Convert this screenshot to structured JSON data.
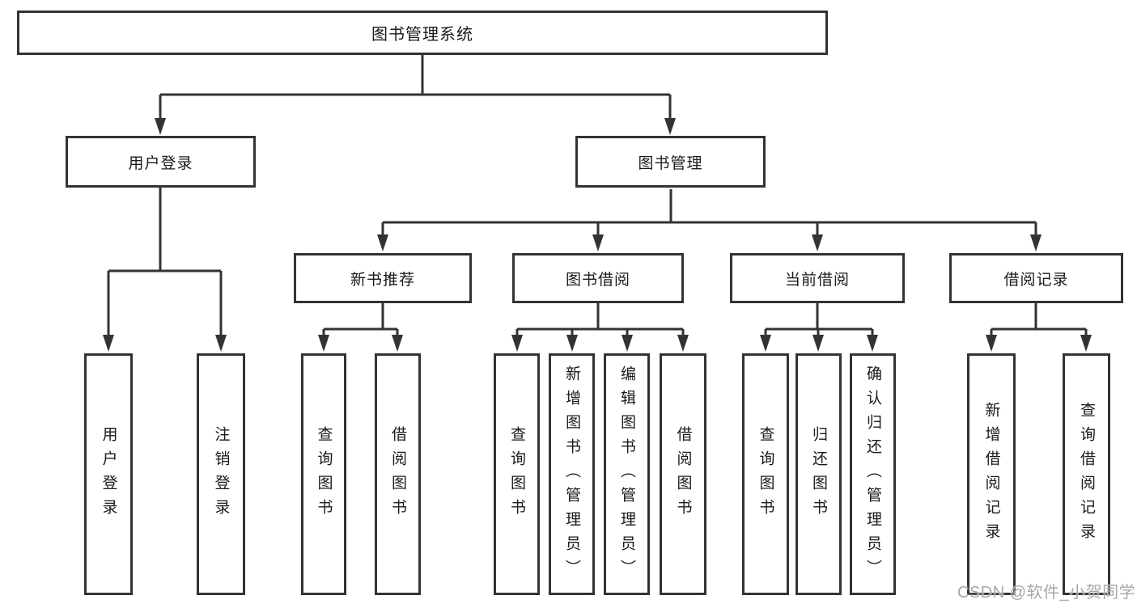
{
  "diagram": {
    "tree": {
      "label": "图书管理系统",
      "children": [
        {
          "label": "用户登录",
          "children": [
            {
              "label": "用户登录"
            },
            {
              "label": "注销登录"
            }
          ]
        },
        {
          "label": "图书管理",
          "children": [
            {
              "label": "新书推荐",
              "children": [
                {
                  "label": "查询图书"
                },
                {
                  "label": "借阅图书"
                }
              ]
            },
            {
              "label": "图书借阅",
              "children": [
                {
                  "label": "查询图书"
                },
                {
                  "label": "新增图书（管理员）"
                },
                {
                  "label": "编辑图书（管理员）"
                },
                {
                  "label": "借阅图书"
                }
              ]
            },
            {
              "label": "当前借阅",
              "children": [
                {
                  "label": "查询图书"
                },
                {
                  "label": "归还图书"
                },
                {
                  "label": "确认归还（管理员）"
                }
              ]
            },
            {
              "label": "借阅记录",
              "children": [
                {
                  "label": "新增借阅记录"
                },
                {
                  "label": "查询借阅记录"
                }
              ]
            }
          ]
        }
      ]
    },
    "watermark": "CSDN @软件_小贺同学",
    "colors": {
      "line": "#333333",
      "text": "#1a1a1a",
      "background": "#ffffff",
      "watermark": "#a8a8a8"
    }
  }
}
